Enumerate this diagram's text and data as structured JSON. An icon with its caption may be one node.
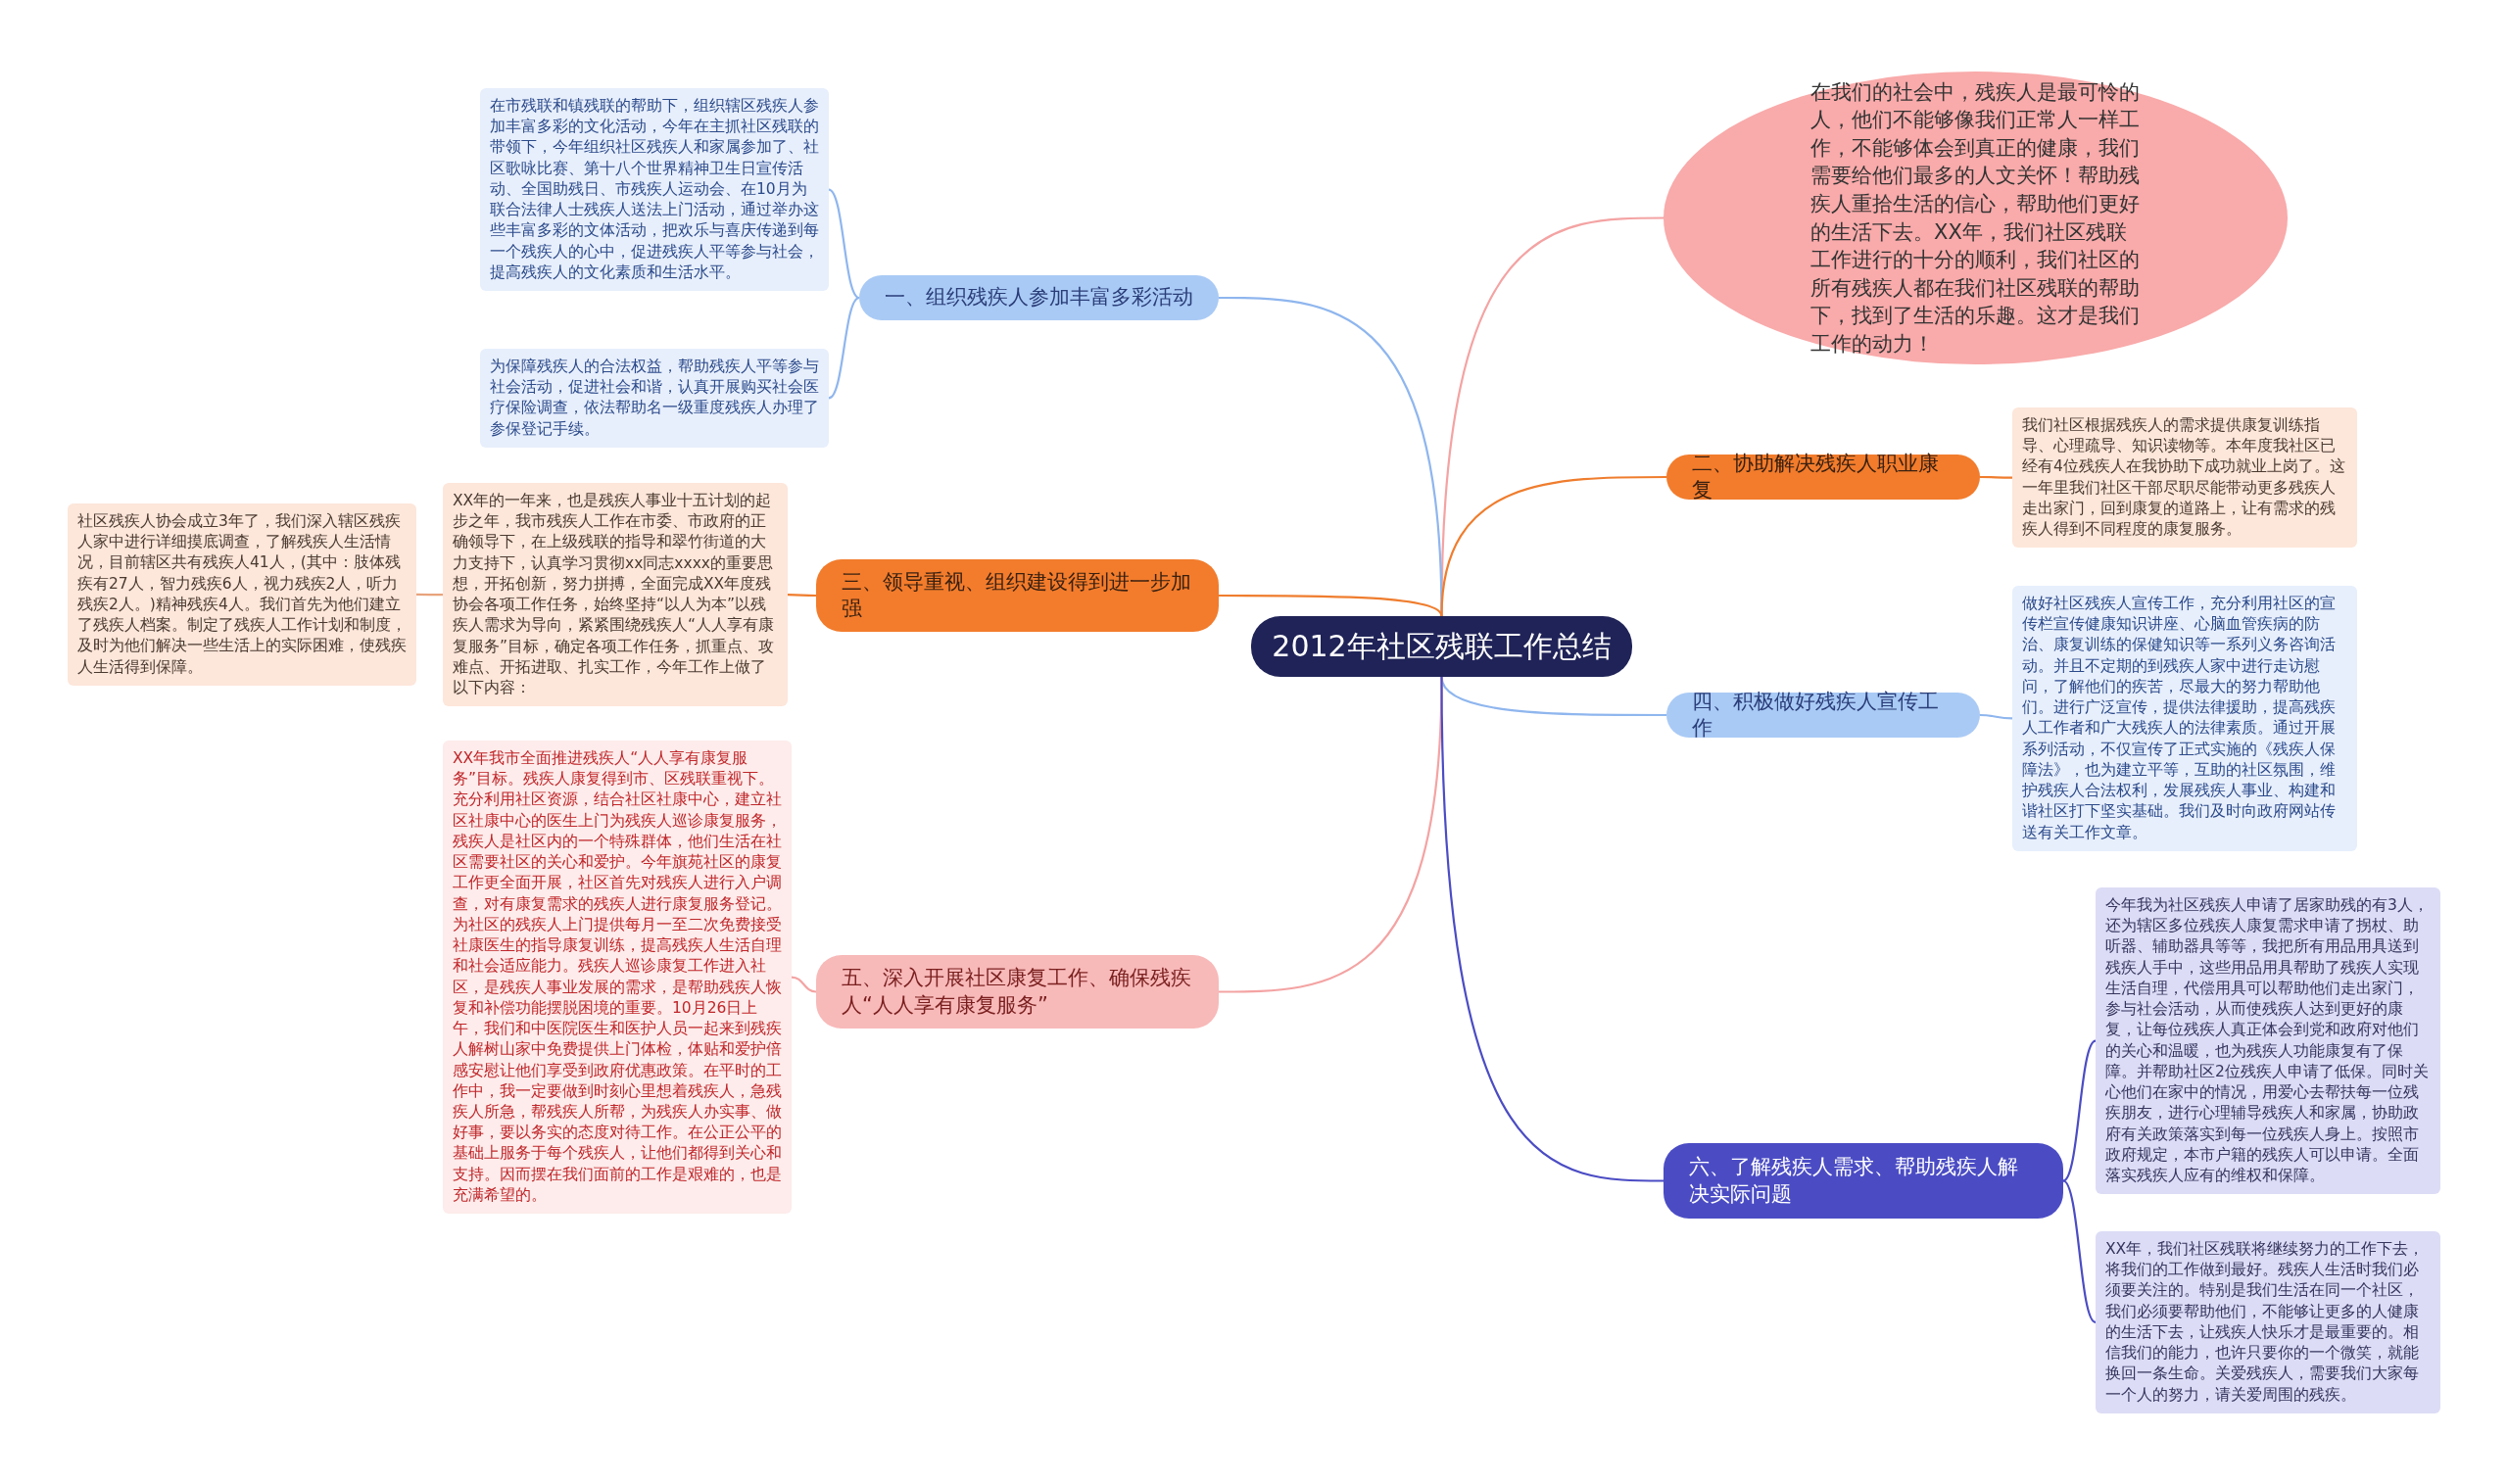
{
  "diagram": {
    "nodes": [
      {
        "text": [
          "2012年社区残联工作总结"
        ]
      },
      {
        "text": [
          "在我们的社会中，残疾人是最可怜的人，他们不能够像我们正常人一样工作，不能够体会到真正的健康，我们需要给他们最多的人文关怀！帮助残疾人重拾生活的信心，帮助他们更好的生活下去。XX年，我们社区残联工作进行的十分的顺利，我们社区的所有残疾人都在我们社区残联的帮助下，找到了生活的乐趣。这才是我们工作的动力！"
        ]
      },
      {
        "text": [
          "一、组织残疾人参加丰富多彩活动"
        ]
      },
      {
        "text": [
          "在市残联和镇残联的帮助下，组织辖区残疾人参加丰富多彩的文化活动，今年在主抓社区残联的带领下，今年组织社区残疾人和家属参加了、社区歌咏比赛、第十八个世界精神卫生日宣传活动、全国助残日、市残疾人运动会、在10月为联合法律人士残疾人送法上门活动，通过举办这些丰富多彩的文体活动，把欢乐与喜庆传递到每一个残疾人的心中，促进残疾人平等参与社会，提高残疾人的文化素质和生活水平。"
        ]
      },
      {
        "text": [
          "为保障残疾人的合法权益，帮助残疾人平等参与社会活动，促进社会和谐，认真开展购买社会医疗保险调查，依法帮助名一级重度残疾人办理了参保登记手续。"
        ]
      },
      {
        "text": [
          "二、协助解决残疾人职业康复"
        ]
      },
      {
        "text": [
          "我们社区根据残疾人的需求提供康复训练指导、心理疏导、知识读物等。本年度我社区已经有4位残疾人在我协助下成功就业上岗了。这一年里我们社区干部尽职尽能带动更多残疾人走出家门，回到康复的道路上，让有需求的残疾人得到不同程度的康复服务。"
        ]
      },
      {
        "text": [
          "三、领导重视、组织建设得到进一步加强"
        ]
      },
      {
        "text": [
          "XX年的一年来，也是残疾人事业十五计划的起步之年，我市残疾人工作在市委、市政府的正确领导下，在上级残联的指导和翠竹街道的大力支持下，认真学习贯彻xx同志xxxx的重要思想，开拓创新，努力拼搏，全面完成XX年度残协会各项工作任务，始终坚持“以人为本”以残疾人需求为导向，紧紧围绕残疾人“人人享有康复服务”目标，确定各项工作任务，抓重点、攻难点、开拓进取、扎实工作，今年工作上做了以下内容："
        ]
      },
      {
        "text": [
          "社区残疾人协会成立3年了，我们深入辖区残疾人家中进行详细摸底调查，了解残疾人生活情况，目前辖区共有残疾人41人，(其中：肢体残疾有27人，智力残疾6人，视力残疾2人，听力残疾2人。)精神残疾4人。我们首先为他们建立了残疾人档案。制定了残疾人工作计划和制度，及时为他们解决一些生活上的实际困难，使残疾人生活得到保障。"
        ]
      },
      {
        "text": [
          "四、积极做好残疾人宣传工作"
        ]
      },
      {
        "text": [
          "做好社区残疾人宣传工作，充分利用社区的宣传栏宣传健康知识讲座、心脑血管疾病的防治、康复训练的保健知识等一系列义务咨询活动。并且不定期的到残疾人家中进行走访慰问，了解他们的疾苦，尽最大的努力帮助他们。进行广泛宣传，提供法律援助，提高残疾人工作者和广大残疾人的法律素质。通过开展系列活动，不仅宣传了正式实施的《残疾人保障法》，也为建立平等，互助的社区氛围，维护残疾人合法权利，发展残疾人事业、构建和谐社区打下坚实基础。我们及时向政府网站传送有关工作文章。"
        ]
      },
      {
        "text": [
          "五、深入开展社区康复工作、确保残疾人“人人享有康复服务”"
        ]
      },
      {
        "text": [
          "XX年我市全面推进残疾人“人人享有康复服务”目标。残疾人康复得到市、区残联重视下。充分利用社区资源，结合社区社康中心，建立社区社康中心的医生上门为残疾人巡诊康复服务，残疾人是社区内的一个特殊群体，他们生活在社区需要社区的关心和爱护。今年旗苑社区的康复工作更全面开展，社区首先对残疾人进行入户调查，对有康复需求的残疾人进行康复服务登记。为社区的残疾人上门提供每月一至二次免费接受社康医生的指导康复训练，提高残疾人生活自理和社会适应能力。残疾人巡诊康复工作进入社区，是残疾人事业发展的需求，是帮助残疾人恢复和补偿功能摆脱困境的重要。10月26日上午，我们和中医院医生和医护人员一起来到残疾人解树山家中免费提供上门体检，体贴和爱护倍感安慰让他们享受到政府优惠政策。在平时的工作中，我一定要做到时刻心里想着残疾人，急残疾人所急，帮残疾人所帮，为残疾人办实事、做好事，要以务实的态度对待工作。在公正公平的基础上服务于每个残疾人，让他们都得到关心和支持。因而摆在我们面前的工作是艰难的，也是充满希望的。"
        ]
      },
      {
        "text": [
          "六、了解残疾人需求、帮助残疾人解决实际问题"
        ]
      },
      {
        "text": [
          "今年我为社区残疾人申请了居家助残的有3人，还为辖区多位残疾人康复需求申请了拐杖、助听器、辅助器具等等，我把所有用品用具送到残疾人手中，这些用品用具帮助了残疾人实现生活自理，代偿用具可以帮助他们走出家门，参与社会活动，从而使残疾人达到更好的康复，让每位残疾人真正体会到党和政府对他们的关心和温暖，也为残疾人功能康复有了保障。并帮助社区2位残疾人申请了低保。同时关心他们在家中的情况，用爱心去帮扶每一位残疾朋友，进行心理辅导残疾人和家属，协助政府有关政策落实到每一位残疾人身上。按照市政府规定，本市户籍的残疾人可以申请。全面落实残疾人应有的维权和保障。"
        ]
      },
      {
        "text": [
          "XX年，我们社区残联将继续努力的工作下去，将我们的工作做到最好。残疾人生活时我们必须要关注的。特别是我们生活在同一个社区，我们必须要帮助他们，不能够让更多的人健康的生活下去，让残疾人快乐才是最重要的。相信我们的能力，也许只要你的一个微笑，就能换回一条生命。关爱残疾人，需要我们大家每一个人的努力，请关爱周围的残疾。"
        ]
      }
    ],
    "edges": [
      {
        "from": 0,
        "to": 1,
        "arrow": "none",
        "color": "#f4a3a3"
      },
      {
        "from": 0,
        "to": 2,
        "arrow": "none",
        "color": "#8fb6ee"
      },
      {
        "from": 2,
        "to": 3,
        "arrow": "none",
        "color": "#8fb6ee"
      },
      {
        "from": 2,
        "to": 4,
        "arrow": "none",
        "color": "#8fb6ee"
      },
      {
        "from": 0,
        "to": 5,
        "arrow": "none",
        "color": "#ef7d2e"
      },
      {
        "from": 5,
        "to": 6,
        "arrow": "none",
        "color": "#ef7d2e"
      },
      {
        "from": 0,
        "to": 7,
        "arrow": "none",
        "color": "#ef7d2e"
      },
      {
        "from": 7,
        "to": 8,
        "arrow": "none",
        "color": "#ef7d2e"
      },
      {
        "from": 8,
        "to": 9,
        "arrow": "none",
        "color": "#e8a37c"
      },
      {
        "from": 0,
        "to": 10,
        "arrow": "none",
        "color": "#8fb6ee"
      },
      {
        "from": 10,
        "to": 11,
        "arrow": "none",
        "color": "#8fb6ee"
      },
      {
        "from": 0,
        "to": 12,
        "arrow": "none",
        "color": "#f4a3a3"
      },
      {
        "from": 12,
        "to": 13,
        "arrow": "none",
        "color": "#f4a3a3"
      },
      {
        "from": 0,
        "to": 14,
        "arrow": "none",
        "color": "#4b4cc4"
      },
      {
        "from": 14,
        "to": 15,
        "arrow": "none",
        "color": "#4b4cc4"
      },
      {
        "from": 14,
        "to": 16,
        "arrow": "none",
        "color": "#4b4cc4"
      }
    ]
  }
}
